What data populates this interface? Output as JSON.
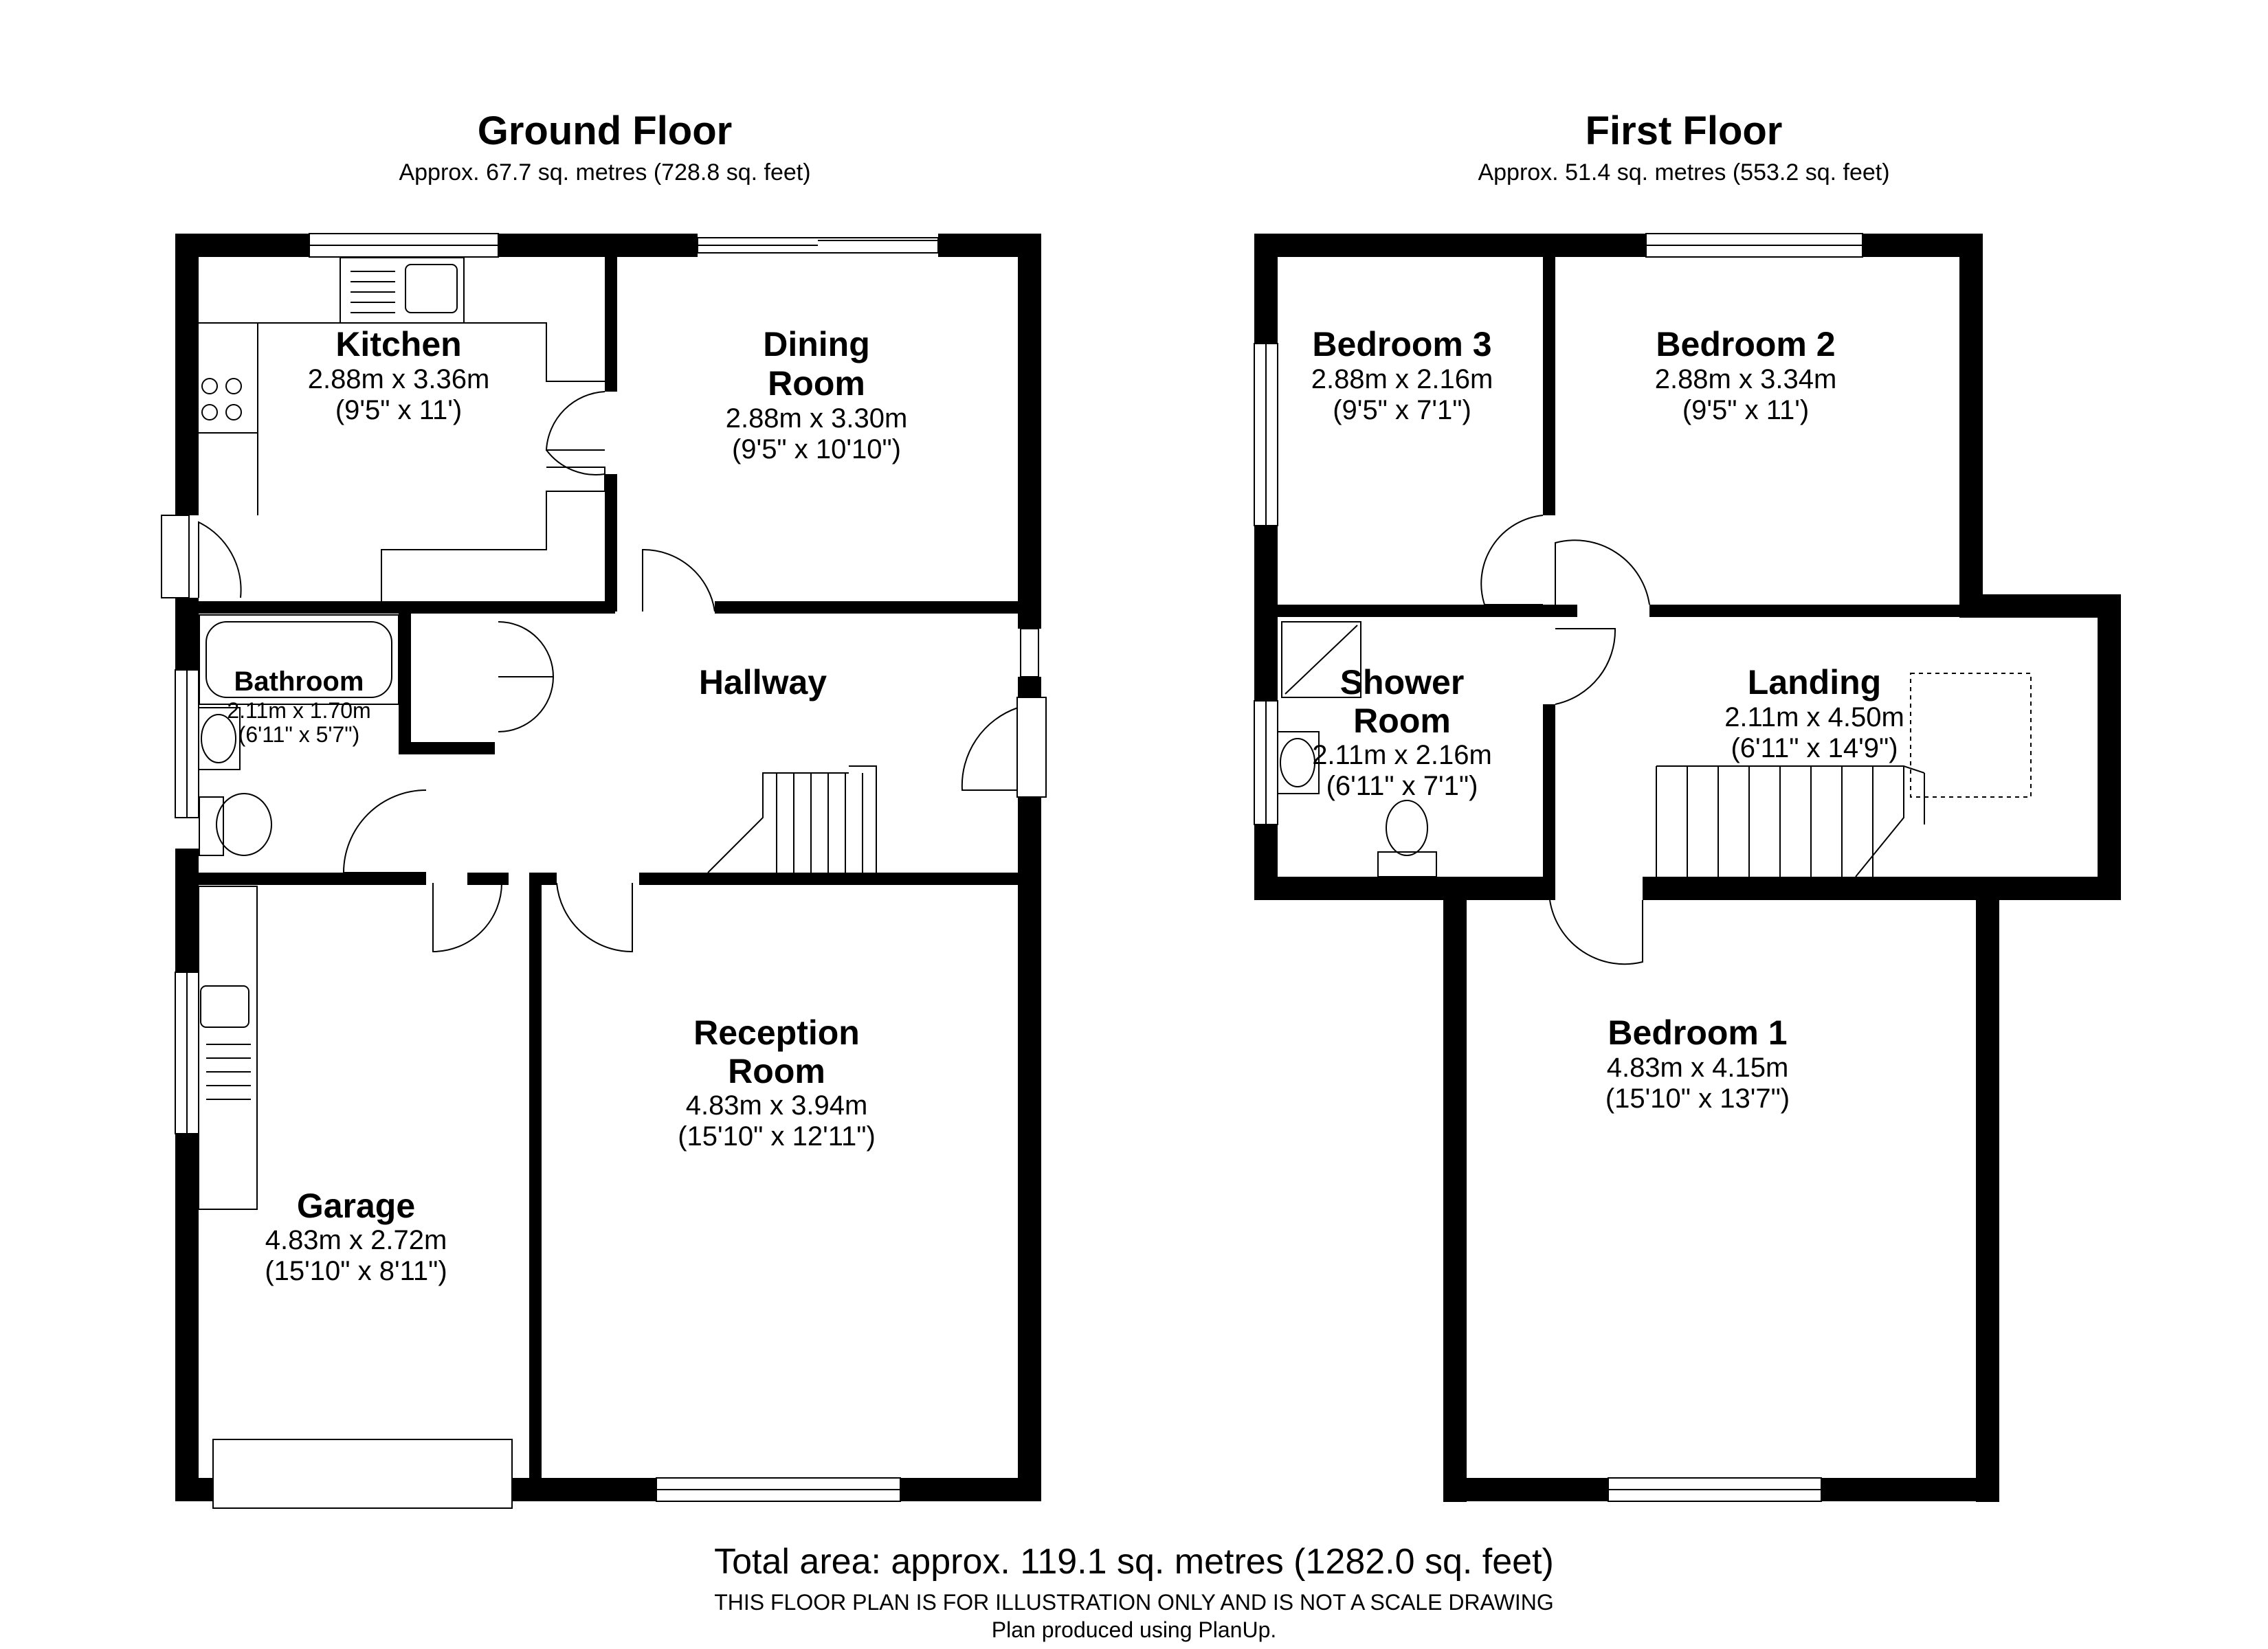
{
  "ground_floor": {
    "title": "Ground Floor",
    "area": "Approx. 67.7 sq. metres (728.8 sq. feet)",
    "rooms": {
      "kitchen": {
        "name": "Kitchen",
        "metric": "2.88m x 3.36m",
        "imperial": "(9'5\" x 11')"
      },
      "dining": {
        "name_line1": "Dining",
        "name_line2": "Room",
        "metric": "2.88m x 3.30m",
        "imperial": "(9'5\" x 10'10\")"
      },
      "bathroom": {
        "name": "Bathroom",
        "metric": "2.11m x 1.70m",
        "imperial": "(6'11\" x 5'7\")"
      },
      "hallway": {
        "name": "Hallway"
      },
      "reception": {
        "name_line1": "Reception",
        "name_line2": "Room",
        "metric": "4.83m x 3.94m",
        "imperial": "(15'10\" x 12'11\")"
      },
      "garage": {
        "name": "Garage",
        "metric": "4.83m x 2.72m",
        "imperial": "(15'10\" x 8'11\")"
      }
    }
  },
  "first_floor": {
    "title": "First Floor",
    "area": "Approx. 51.4 sq. metres (553.2 sq. feet)",
    "rooms": {
      "bedroom3": {
        "name": "Bedroom 3",
        "metric": "2.88m x 2.16m",
        "imperial": "(9'5\" x 7'1\")"
      },
      "bedroom2": {
        "name": "Bedroom 2",
        "metric": "2.88m x 3.34m",
        "imperial": "(9'5\" x 11')"
      },
      "shower": {
        "name_line1": "Shower",
        "name_line2": "Room",
        "metric": "2.11m x 2.16m",
        "imperial": "(6'11\" x 7'1\")"
      },
      "landing": {
        "name": "Landing",
        "metric": "2.11m x 4.50m",
        "imperial": "(6'11\" x 14'9\")"
      },
      "bedroom1": {
        "name": "Bedroom 1",
        "metric": "4.83m x 4.15m",
        "imperial": "(15'10\" x 13'7\")"
      }
    }
  },
  "footer": {
    "total": "Total area: approx. 119.1 sq. metres (1282.0 sq. feet)",
    "disclaimer": "THIS FLOOR PLAN IS FOR ILLUSTRATION ONLY AND IS NOT A SCALE DRAWING",
    "credit": "Plan produced using PlanUp."
  }
}
